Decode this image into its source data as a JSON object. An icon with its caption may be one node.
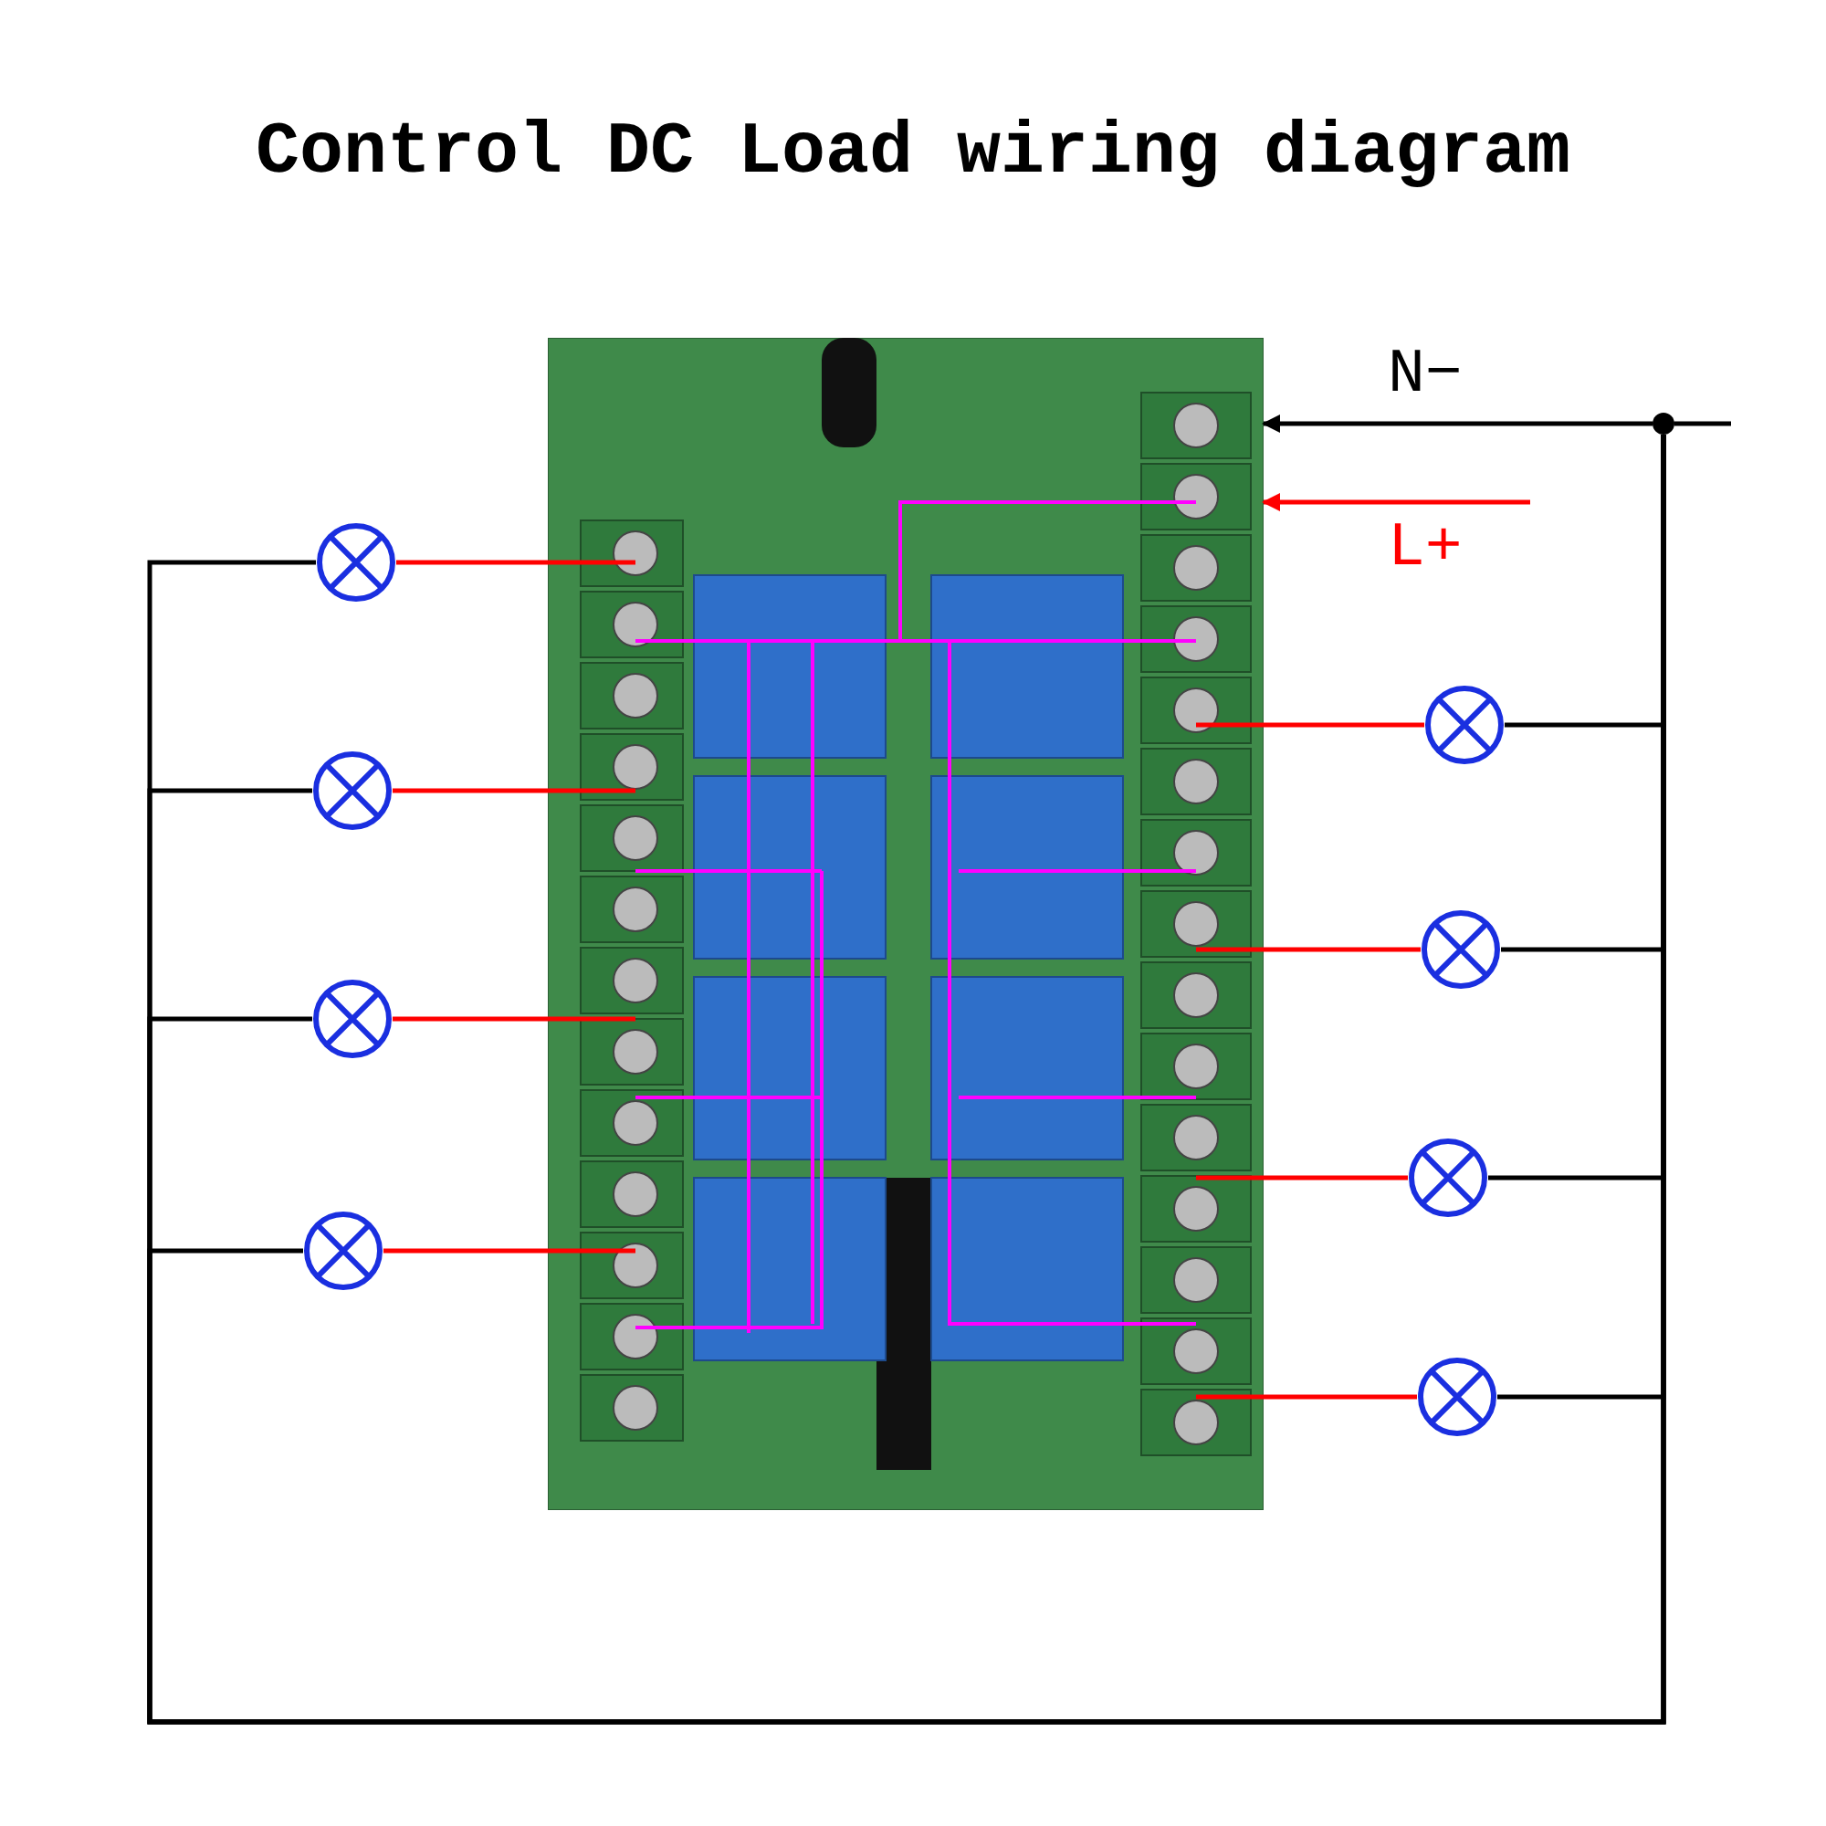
{
  "diagram": {
    "title": "Control DC Load wiring diagram",
    "nodes": [
      {
        "text": [],
        "shape": "picture"
      },
      {
        "text": [],
        "shape": "lamp"
      },
      {
        "text": [],
        "shape": "lamp"
      },
      {
        "text": [],
        "shape": "lamp"
      },
      {
        "text": [],
        "shape": "lamp"
      },
      {
        "text": [],
        "shape": "lamp"
      },
      {
        "text": [],
        "shape": "lamp"
      },
      {
        "text": [],
        "shape": "lamp"
      },
      {
        "text": [],
        "shape": "lamp"
      },
      {
        "text": [],
        "shape": "dot"
      }
    ],
    "edges": [
      {
        "from": 1,
        "to": 0,
        "arrow": "none",
        "color": "#ff0000"
      },
      {
        "from": 2,
        "to": 0,
        "arrow": "none",
        "color": "#ff0000"
      },
      {
        "from": 3,
        "to": 0,
        "arrow": "none",
        "color": "#ff0000"
      },
      {
        "from": 4,
        "to": 0,
        "arrow": "none",
        "color": "#ff0000"
      },
      {
        "from": 5,
        "to": 0,
        "arrow": "none",
        "color": "#ff0000"
      },
      {
        "from": 6,
        "to": 0,
        "arrow": "none",
        "color": "#ff0000"
      },
      {
        "from": 7,
        "to": 0,
        "arrow": "none",
        "color": "#ff0000"
      },
      {
        "from": 8,
        "to": 0,
        "arrow": "none",
        "color": "#ff0000"
      },
      {
        "from": 1,
        "to": 9,
        "arrow": "none"
      },
      {
        "from": 2,
        "to": 9,
        "arrow": "none"
      },
      {
        "from": 3,
        "to": 9,
        "arrow": "none"
      },
      {
        "from": 4,
        "to": 9,
        "arrow": "none"
      },
      {
        "from": 5,
        "to": 9,
        "arrow": "none"
      },
      {
        "from": 6,
        "to": 9,
        "arrow": "none"
      },
      {
        "from": 7,
        "to": 9,
        "arrow": "none"
      },
      {
        "from": 8,
        "to": 9,
        "arrow": "none"
      },
      {
        "from": null,
        "to": 9,
        "arrow": "none"
      },
      {
        "from": 9,
        "to": 0,
        "arrow": "to",
        "label": "N−"
      },
      {
        "from": null,
        "to": 0,
        "arrow": "to",
        "label": "L+",
        "color": "#ff0000"
      }
    ]
  }
}
